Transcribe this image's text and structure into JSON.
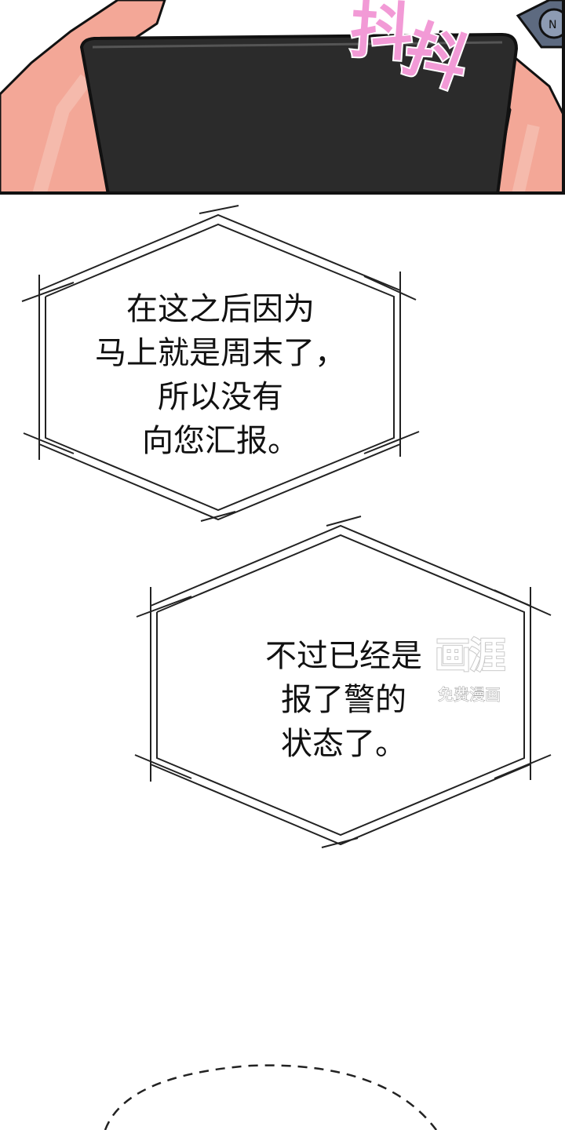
{
  "comic": {
    "sfx": {
      "char_1": "抖",
      "char_2": "抖",
      "color": "#f29ad6"
    },
    "bubble_1": {
      "lines": [
        "在这之后因为",
        "马上就是周末了，",
        "所以没有",
        "向您汇报。"
      ]
    },
    "bubble_2": {
      "lines": [
        "不过已经是",
        "报了警的",
        "状态了。"
      ]
    },
    "watermark": {
      "logo": "画涯",
      "caption": "免费漫画"
    },
    "colors": {
      "skin": "#f3a797",
      "skin_light": "#f7c6bb",
      "laptop": "#2b2b2b",
      "outline": "#111111",
      "watch": "#5d6a80"
    }
  }
}
